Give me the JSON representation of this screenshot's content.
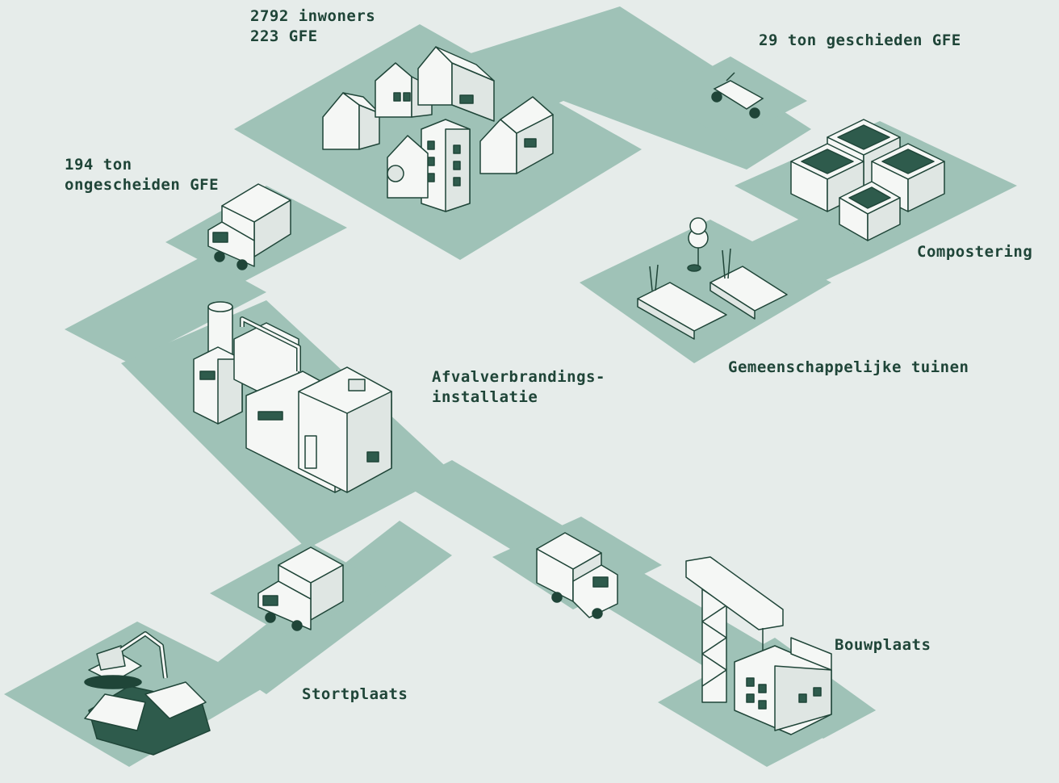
{
  "colors": {
    "background": "#e6ecea",
    "ground": "#9fc2b7",
    "shadow": "#2e5b4c",
    "ink": "#1f4538",
    "building": "#f5f7f5",
    "building_side": "#dfe6e3"
  },
  "labels": {
    "inwoners": "2792 inwoners",
    "gfe_total": "223 GFE",
    "geschieden": "29 ton geschieden GFE",
    "ongescheiden_1": "194 ton",
    "ongescheiden_2": "ongescheiden GFE",
    "compostering": "Compostering",
    "tuinen": "Gemeenschappelijke tuinen",
    "afval_1": "Afvalverbrandings-",
    "afval_2": "installatie",
    "bouwplaats": "Bouwplaats",
    "stortplaats": "Stortplaats"
  },
  "icons": {
    "houses": "houses-icon",
    "truck": "truck-icon",
    "bike": "cargo-bike-icon",
    "compost": "compost-bins-icon",
    "gardens": "garden-beds-icon",
    "incinerator": "incinerator-icon",
    "crane": "crane-icon",
    "excavator": "excavator-icon"
  }
}
